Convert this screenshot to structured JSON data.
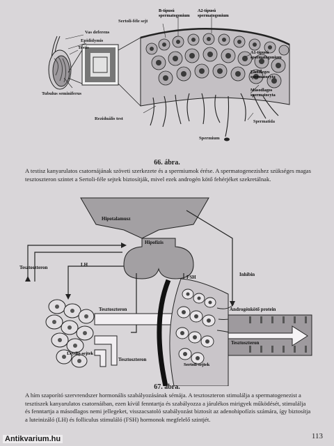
{
  "figure66": {
    "labels": {
      "vas_deferens": "Vas deferens",
      "epididymis": "Epididymis",
      "testis": "Testis",
      "tubulus": "Tubulus seminiferus",
      "b_spermatogonium": "B-típusú spermatogonium",
      "a2_spermatogonium": "A2-típusú spermatogonium",
      "sertoli_cell": "Sertoli-féle sejt",
      "a1_spermatogonium": "A1-típusú spermatogonium",
      "primary_spermatocyte": "Elsődleges spermatocyta",
      "secondary_spermatocyte": "Másodlagos spermatocyta",
      "spermatid": "Spermatida",
      "residual_body": "Reziduális test",
      "spermium": "Spermium"
    },
    "caption_title": "66. ábra.",
    "caption_text": "A testisz kanyarulatos csatornájának szöveti szerkezete és a spermiumok érése. A spermatogenezishez szükséges magas tesztoszteron szintet a Sertoli-féle sejtek biztosítják, mivel ezek androgén kötő fehérjéket szekretálnak."
  },
  "figure67": {
    "labels": {
      "hypothalamus": "Hipotalamusz",
      "hypophysis": "Hipofízis",
      "testosterone_left": "Tesztoszteron",
      "lh": "LH",
      "fsh": "FSH",
      "inhibin": "Inhibin",
      "testosterone_mid": "Tesztoszteron",
      "androgen_binding_protein": "Androgénkötő protein",
      "testosterone_right": "Tesztoszteron",
      "leydig_cells": "Leydig-sejtek",
      "testosterone_bottom": "Tesztoszteron",
      "sertoli_cells": "Sertoli-sejtek"
    },
    "caption_title": "67. ábra.",
    "caption_text": "A hím szaporító szervrendszer hormonális szabályozásának sémája. A tesztoszteron stimulálja a spermatogenezist a tesztiszek kanyarulatos csatornáiban, ezen kívül fenntartja és szabályozza a járulékos mirigyek működését, stimulálja és fenntartja a másodlagos nemi jellegeket, visszacsatoló szabályozást biztosít az adenohipofízis számára, így biztosítja a luteinizáló (LH) és folliculus stimuláló (FSH) hormonok megfelelő szintjét."
  },
  "page_number": "113",
  "watermark": "Antikvarium.hu"
}
